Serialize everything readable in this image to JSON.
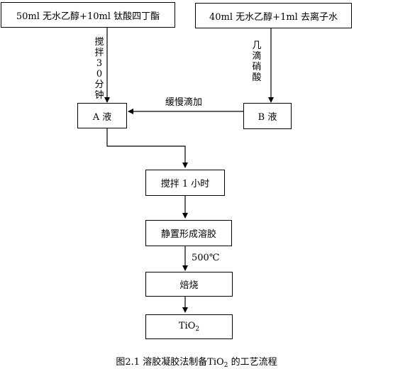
{
  "nodes": {
    "box_top_left": "50ml 无水乙醇+10ml 钛酸四丁酯",
    "box_top_right": "40ml 无水乙醇+1ml 去离子水",
    "box_a": "A 液",
    "box_b": "B 液",
    "box_stir": "搅拌 1 小时",
    "box_gel": "静置形成溶胶",
    "box_calcine": "焙烧",
    "box_product_base": "TiO",
    "box_product_sub": "2"
  },
  "edges": {
    "stir_30": [
      "搅",
      "拌",
      "3",
      "0",
      "分",
      "钟"
    ],
    "nitric": [
      "几",
      "滴",
      "硝",
      "酸"
    ],
    "slow_drip": "缓慢滴加",
    "temp": "500℃"
  },
  "caption": {
    "prefix": "图2.1 溶胶凝胶法制备TiO",
    "sub": "2",
    "suffix": " 的工艺流程"
  }
}
